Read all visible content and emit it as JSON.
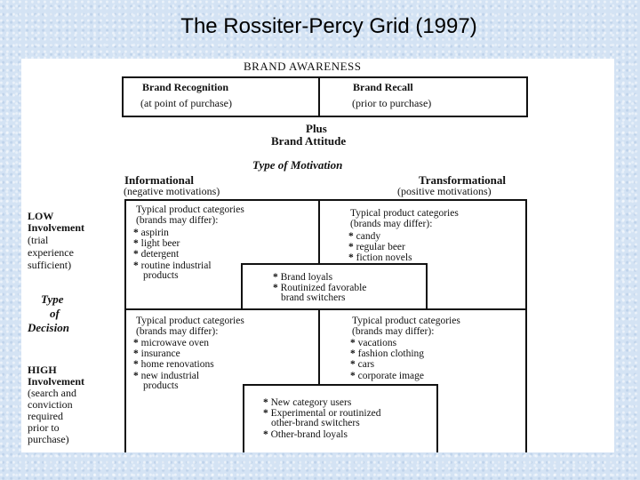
{
  "title": "The Rossiter-Percy Grid (1997)",
  "awareness": {
    "header": "BRAND AWARENESS",
    "recognition_title": "Brand Recognition",
    "recognition_sub": "(at point of purchase)",
    "recall_title": "Brand Recall",
    "recall_sub": "(prior to purchase)"
  },
  "plus": "Plus",
  "attitude": "Brand Attitude",
  "motivation_title": "Type of Motivation",
  "informational": {
    "title": "Informational",
    "sub": "(negative motivations)"
  },
  "transformational": {
    "title": "Transformational",
    "sub": "(positive motivations)"
  },
  "low": {
    "line1": "LOW",
    "line2": "Involvement",
    "line3": "(trial",
    "line4": "experience",
    "line5": "sufficient)"
  },
  "decision": {
    "line1": "Type",
    "line2": "of",
    "line3": "Decision"
  },
  "high": {
    "line1": "HIGH",
    "line2": "Involvement",
    "line3": "(search and",
    "line4": "conviction",
    "line5": "required",
    "line6": "prior to",
    "line7": "purchase)"
  },
  "cells": {
    "header1": "Typical product categories",
    "header2": "(brands may differ):",
    "low_info": [
      "aspirin",
      "light beer",
      "detergent",
      "routine industrial"
    ],
    "low_info_cont": "products",
    "low_trans": [
      "candy",
      "regular beer",
      "fiction novels"
    ],
    "high_info": [
      "microwave oven",
      "insurance",
      "home renovations",
      "new industrial"
    ],
    "high_info_cont": "products",
    "high_trans": [
      "vacations",
      "fashion clothing",
      "cars",
      "corporate image"
    ]
  },
  "low_center": {
    "items": [
      "Brand loyals",
      "Routinized favorable"
    ],
    "cont": "brand switchers"
  },
  "high_center": {
    "items": [
      "New category users",
      "Experimental or routinized"
    ],
    "cont": "other-brand switchers",
    "last": "Other-brand loyals"
  }
}
